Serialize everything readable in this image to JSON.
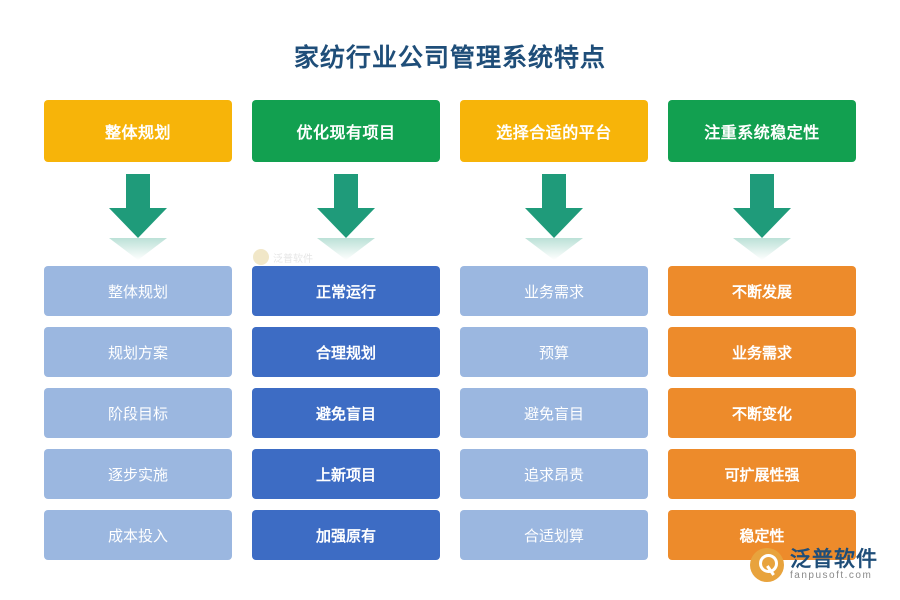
{
  "page": {
    "title": "家纺行业公司管理系统特点",
    "title_color": "#1f4e79",
    "background": "#ffffff"
  },
  "watermark": {
    "center_text": "泛普软件",
    "icon": "circle-watermark-icon"
  },
  "arrow": {
    "color": "#1f9b7a",
    "icon": "arrow-down-icon"
  },
  "columns": [
    {
      "header": {
        "label": "整体规划",
        "color": "#f7b409"
      },
      "item_color": "#9bb7e0",
      "item_bold": false,
      "items": [
        {
          "label": "整体规划"
        },
        {
          "label": "规划方案"
        },
        {
          "label": "阶段目标"
        },
        {
          "label": "逐步实施"
        },
        {
          "label": "成本投入"
        }
      ]
    },
    {
      "header": {
        "label": "优化现有项目",
        "color": "#12a050"
      },
      "item_color": "#3d6cc4",
      "item_bold": true,
      "items": [
        {
          "label": "正常运行"
        },
        {
          "label": "合理规划"
        },
        {
          "label": "避免盲目"
        },
        {
          "label": "上新项目"
        },
        {
          "label": "加强原有"
        }
      ]
    },
    {
      "header": {
        "label": "选择合适的平台",
        "color": "#f7b409"
      },
      "item_color": "#9bb7e0",
      "item_bold": false,
      "items": [
        {
          "label": "业务需求"
        },
        {
          "label": "预算"
        },
        {
          "label": "避免盲目"
        },
        {
          "label": "追求昂贵"
        },
        {
          "label": "合适划算"
        }
      ]
    },
    {
      "header": {
        "label": "注重系统稳定性",
        "color": "#12a050"
      },
      "item_color": "#ed8b2b",
      "item_bold": true,
      "items": [
        {
          "label": "不断发展"
        },
        {
          "label": "业务需求"
        },
        {
          "label": "不断变化"
        },
        {
          "label": "可扩展性强"
        },
        {
          "label": "稳定性"
        }
      ]
    }
  ],
  "logo": {
    "cn": "泛普软件",
    "en": "fanpusoft.com",
    "icon": "fanpu-logo-icon",
    "color": "#1f4e79"
  }
}
